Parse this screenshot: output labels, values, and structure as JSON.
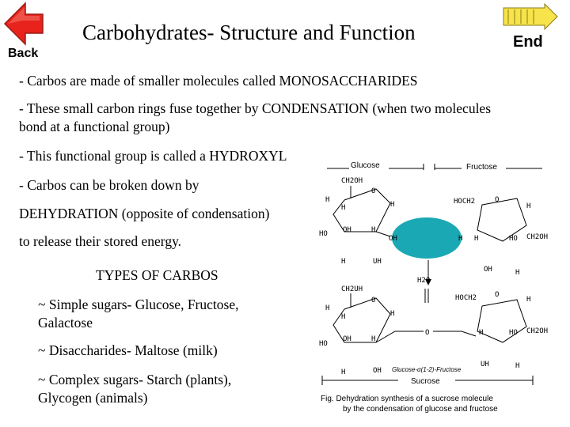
{
  "nav": {
    "back_label": "Back",
    "end_label": "End",
    "back_color": "#e8231d",
    "end_color": "#f7e34a"
  },
  "slide": {
    "title": "Carbohydrates- Structure and Function",
    "bullets": [
      "- Carbos are made of smaller molecules called MONOSACCHARIDES",
      "- These small carbon rings fuse together by CONDENSATION (when two molecules",
      "bond at a functional group)",
      "- This functional group is called a HYDROXYL",
      "- Carbos can be broken down by",
      "DEHYDRATION (opposite of condensation)",
      "to release their stored energy."
    ],
    "types_heading": "TYPES OF CARBOS",
    "types": [
      "~ Simple sugars- Glucose, Fructose,",
      "Galactose",
      "~ Disaccharides- Maltose (milk)",
      "~ Complex sugars- Starch (plants),",
      "Glycogen (animals)"
    ]
  },
  "figure": {
    "highlight_color": "#1aa9b4",
    "top_left_label": "Glucose",
    "top_right_label": "Fructose",
    "bottom_label": "Sucrose",
    "water": "H2O",
    "bond_label": "Glucose-α(1-2)-Fructose",
    "caption_line1": "Fig. Dehydration synthesis of a sucrose molecule",
    "caption_line2": "by the condensation of glucose and fructose",
    "atoms": {
      "ch2oh": "CH2OH",
      "ch2uh": "CH2UH",
      "hoch2": "HOCH2",
      "o": "O",
      "h": "H",
      "ho": "HO",
      "oh": "OH",
      "uh": "UH",
      "oh_cap": "OH"
    }
  }
}
